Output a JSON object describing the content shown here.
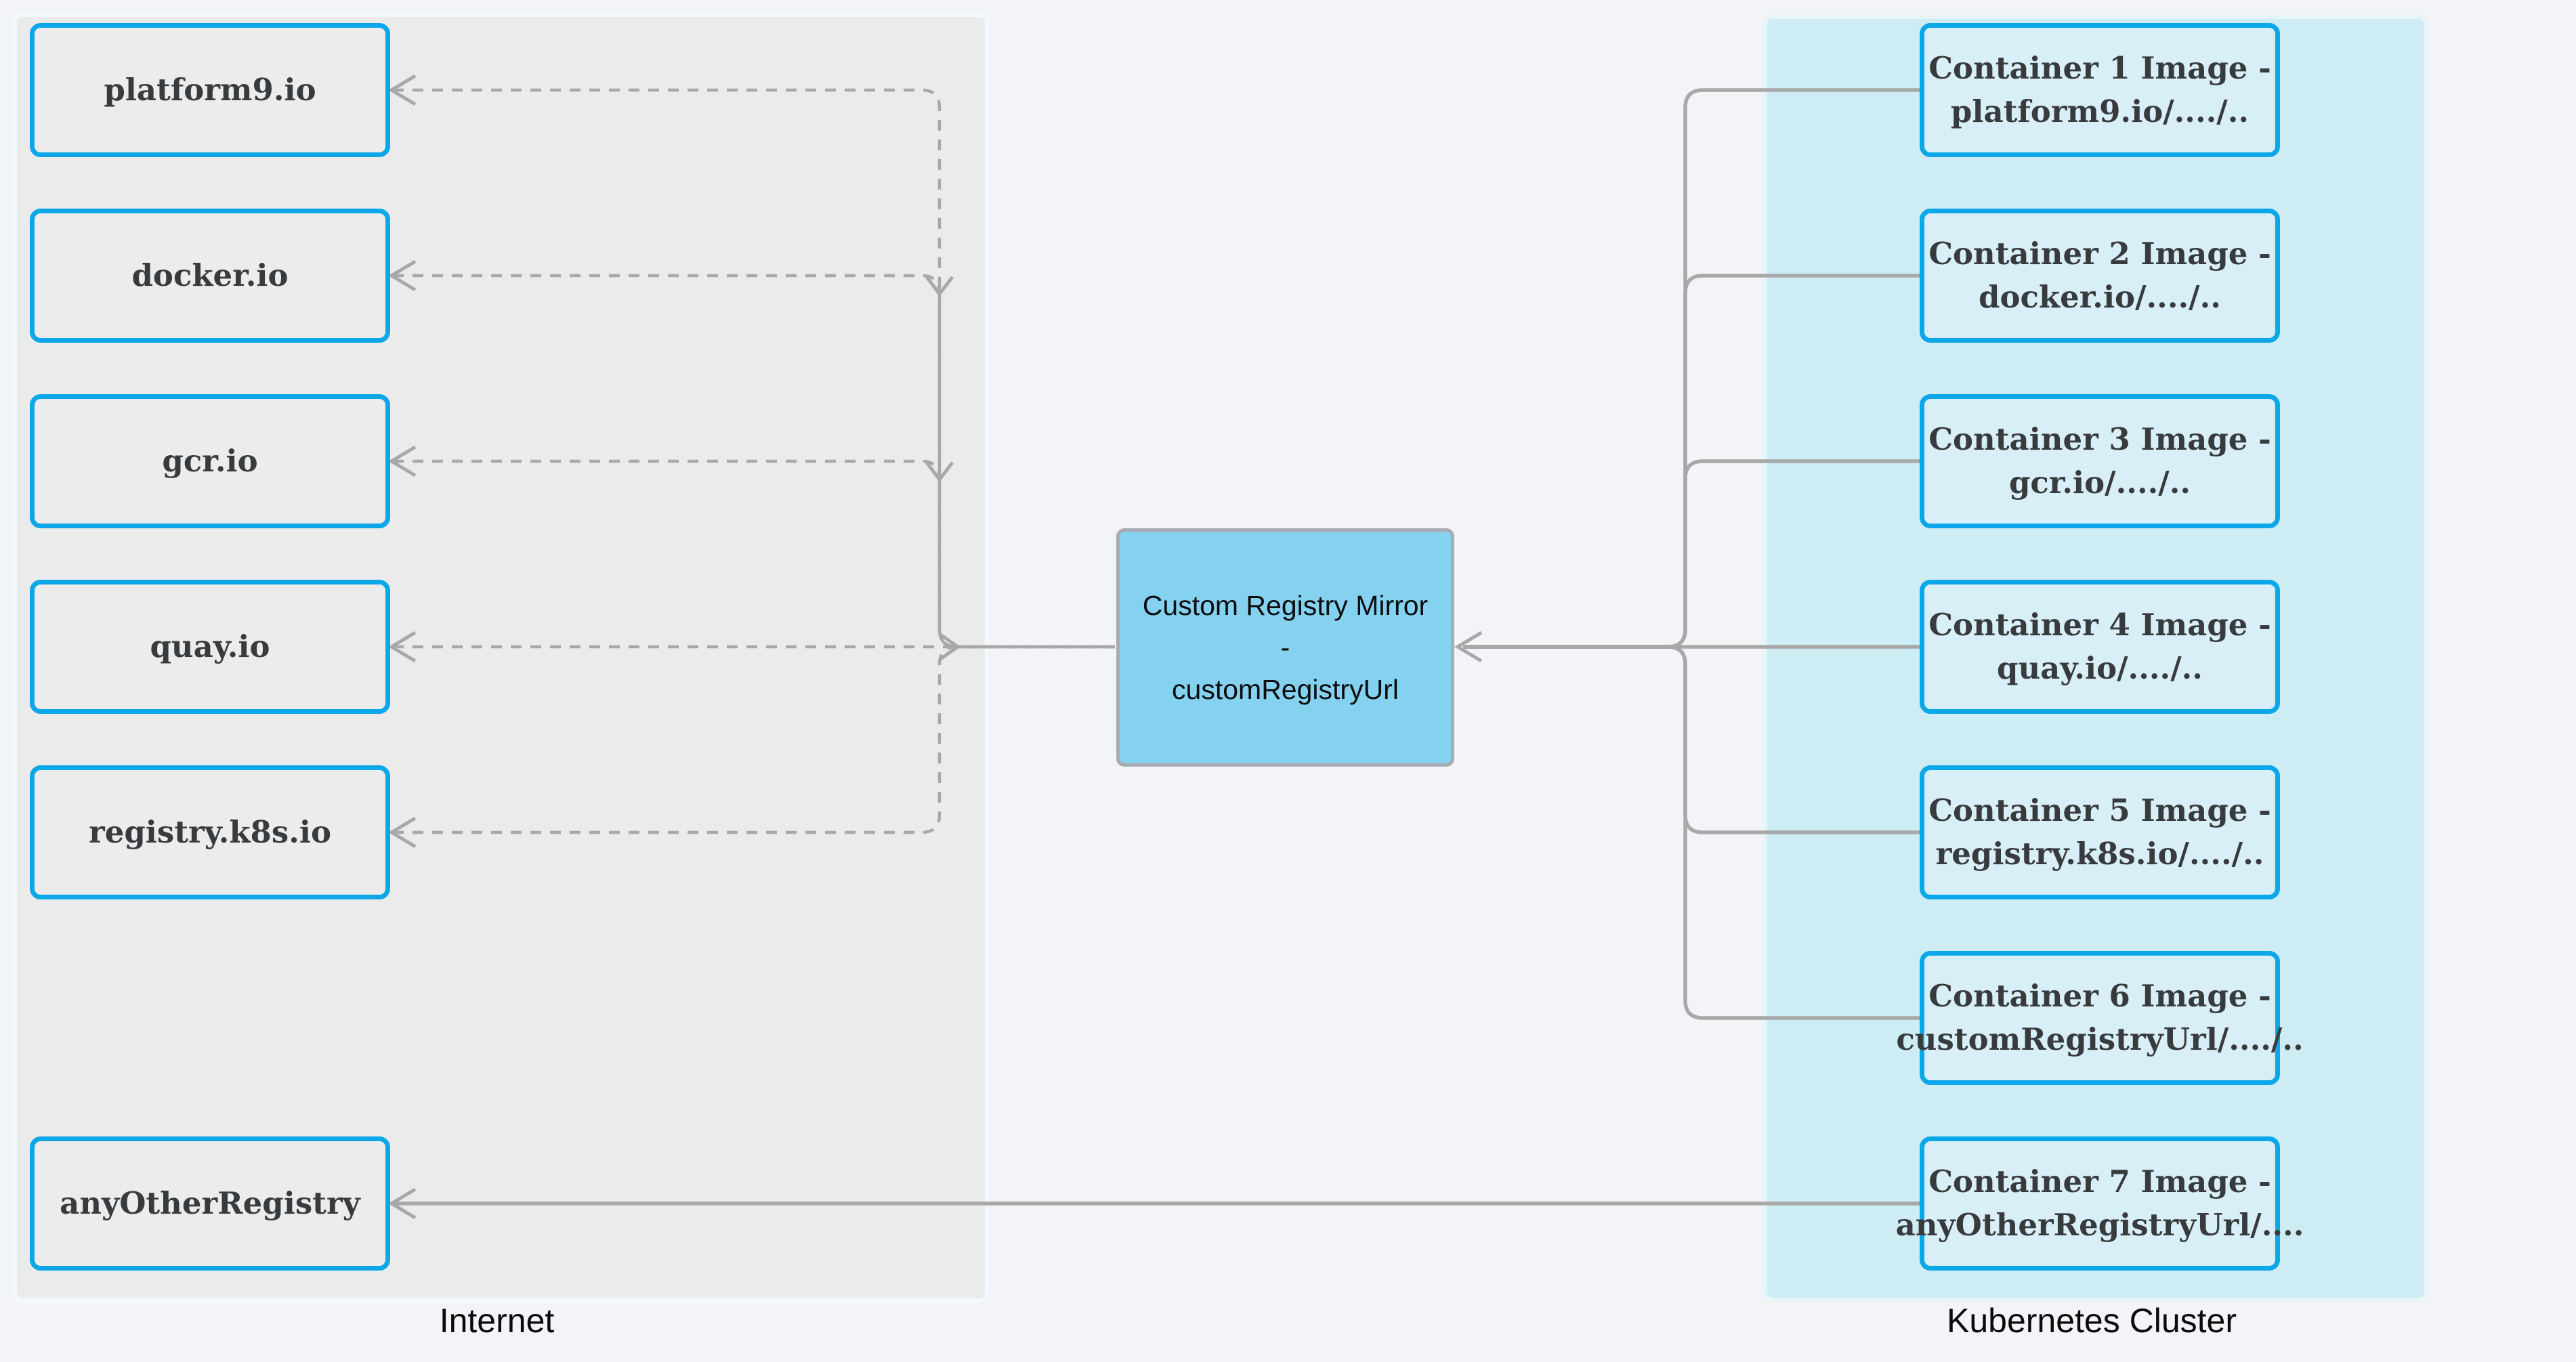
{
  "internet": {
    "label": "Internet",
    "nodes": [
      {
        "label": "platform9.io"
      },
      {
        "label": "docker.io"
      },
      {
        "label": "gcr.io"
      },
      {
        "label": "quay.io"
      },
      {
        "label": "registry.k8s.io"
      },
      {
        "label": "anyOtherRegistry"
      }
    ]
  },
  "cluster": {
    "label": "Kubernetes Cluster",
    "nodes": [
      {
        "line1": "Container 1 Image -",
        "line2": "platform9.io/..../.."
      },
      {
        "line1": "Container 2 Image -",
        "line2": "docker.io/..../.."
      },
      {
        "line1": "Container 3 Image -",
        "line2": "gcr.io/..../.."
      },
      {
        "line1": "Container 4 Image -",
        "line2": "quay.io/..../.."
      },
      {
        "line1": "Container 5 Image -",
        "line2": "registry.k8s.io/..../.."
      },
      {
        "line1": "Container 6 Image -",
        "line2": "customRegistryUrl/..../.."
      },
      {
        "line1": "Container 7 Image -",
        "line2": "anyOtherRegistryUrl/...."
      }
    ]
  },
  "mirror": {
    "line1": "Custom Registry Mirror",
    "line2": "-",
    "line3": "customRegistryUrl"
  },
  "colors": {
    "page_bg": "#f3f4f8",
    "internet_region_bg": "#ebebeb",
    "cluster_region_bg": "#cdecf4",
    "node_border": "#0ba7e9",
    "internet_node_bg": "#ececec",
    "cluster_node_bg": "#d9eff7",
    "mirror_bg": "#85d2f0",
    "mirror_border": "#a9abb0",
    "edge": "#a8a8a8",
    "text_dark": "#383b3e",
    "label_text": "#0a0a0a"
  }
}
